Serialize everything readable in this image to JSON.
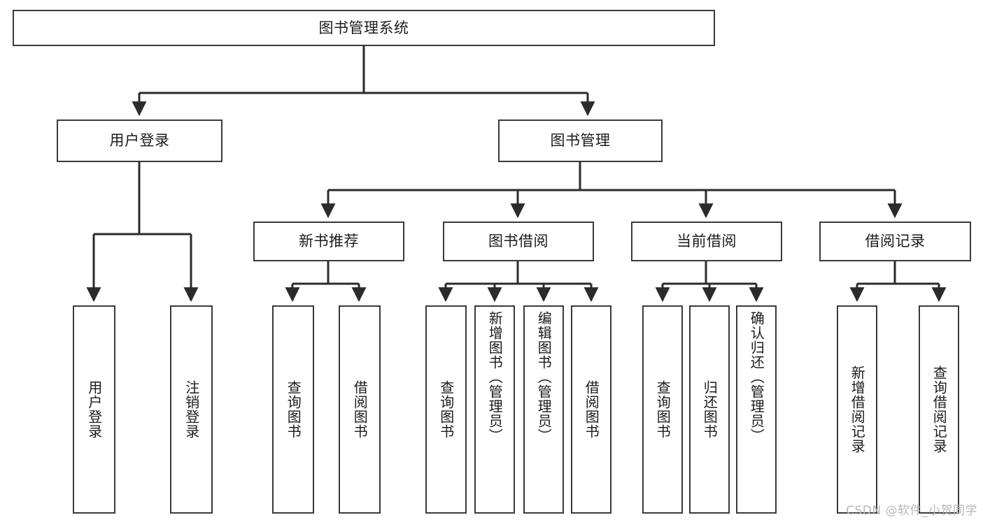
{
  "diagram": {
    "type": "tree",
    "title": "图书管理系统",
    "orientation": "top-down",
    "colors": {
      "box_border": "#3a3a3a",
      "box_fill": "#ffffff",
      "edge": "#2b2b2b",
      "text": "#1b1b1b",
      "watermark": "#b7b7b7",
      "background": "#ffffff"
    }
  },
  "nodes": {
    "root": {
      "label": "图书管理系统"
    },
    "level2": [
      {
        "id": "user-login",
        "label": "用户登录"
      },
      {
        "id": "book-manage",
        "label": "图书管理"
      }
    ],
    "level3": [
      {
        "id": "new-book-recommend",
        "label": "新书推荐"
      },
      {
        "id": "book-borrow",
        "label": "图书借阅"
      },
      {
        "id": "current-borrow",
        "label": "当前借阅"
      },
      {
        "id": "borrow-record",
        "label": "借阅记录"
      }
    ],
    "leaves": [
      {
        "id": "leaf-user-login",
        "label": "用户登录",
        "parent": "user-login"
      },
      {
        "id": "leaf-user-logout",
        "label": "注销登录",
        "parent": "user-login"
      },
      {
        "id": "leaf-query-book-1",
        "label": "查询图书",
        "parent": "new-book-recommend"
      },
      {
        "id": "leaf-borrow-book-1",
        "label": "借阅图书",
        "parent": "new-book-recommend"
      },
      {
        "id": "leaf-query-book-2",
        "label": "查询图书",
        "parent": "book-borrow"
      },
      {
        "id": "leaf-add-book",
        "label": "新增图书（管理员）",
        "parent": "book-borrow"
      },
      {
        "id": "leaf-edit-book",
        "label": "编辑图书（管理员）",
        "parent": "book-borrow"
      },
      {
        "id": "leaf-borrow-book-2",
        "label": "借阅图书",
        "parent": "book-borrow"
      },
      {
        "id": "leaf-query-book-3",
        "label": "查询图书",
        "parent": "current-borrow"
      },
      {
        "id": "leaf-return-book",
        "label": "归还图书",
        "parent": "current-borrow"
      },
      {
        "id": "leaf-confirm-return",
        "label": "确认归还（管理员）",
        "parent": "current-borrow"
      },
      {
        "id": "leaf-add-record",
        "label": "新增借阅记录",
        "parent": "borrow-record"
      },
      {
        "id": "leaf-query-record",
        "label": "查询借阅记录",
        "parent": "borrow-record"
      }
    ]
  },
  "watermark": {
    "text": "CSDN @软件_小贺同学"
  }
}
